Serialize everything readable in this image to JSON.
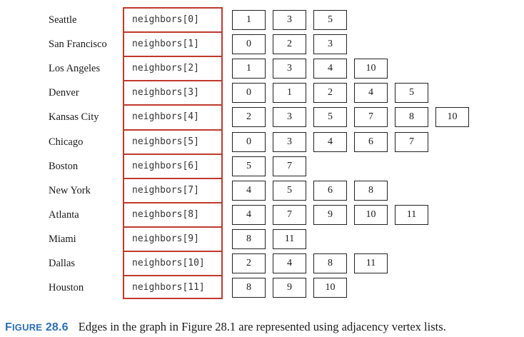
{
  "rows": [
    {
      "city": "Seattle",
      "slot": "neighbors[0]",
      "neighbors": [
        "1",
        "3",
        "5"
      ]
    },
    {
      "city": "San Francisco",
      "slot": "neighbors[1]",
      "neighbors": [
        "0",
        "2",
        "3"
      ]
    },
    {
      "city": "Los Angeles",
      "slot": "neighbors[2]",
      "neighbors": [
        "1",
        "3",
        "4",
        "10"
      ]
    },
    {
      "city": "Denver",
      "slot": "neighbors[3]",
      "neighbors": [
        "0",
        "1",
        "2",
        "4",
        "5"
      ]
    },
    {
      "city": "Kansas City",
      "slot": "neighbors[4]",
      "neighbors": [
        "2",
        "3",
        "5",
        "7",
        "8",
        "10"
      ]
    },
    {
      "city": "Chicago",
      "slot": "neighbors[5]",
      "neighbors": [
        "0",
        "3",
        "4",
        "6",
        "7"
      ]
    },
    {
      "city": "Boston",
      "slot": "neighbors[6]",
      "neighbors": [
        "5",
        "7"
      ]
    },
    {
      "city": "New York",
      "slot": "neighbors[7]",
      "neighbors": [
        "4",
        "5",
        "6",
        "8"
      ]
    },
    {
      "city": "Atlanta",
      "slot": "neighbors[8]",
      "neighbors": [
        "4",
        "7",
        "9",
        "10",
        "11"
      ]
    },
    {
      "city": "Miami",
      "slot": "neighbors[9]",
      "neighbors": [
        "8",
        "11"
      ]
    },
    {
      "city": "Dallas",
      "slot": "neighbors[10]",
      "neighbors": [
        "2",
        "4",
        "8",
        "11"
      ]
    },
    {
      "city": "Houston",
      "slot": "neighbors[11]",
      "neighbors": [
        "8",
        "9",
        "10"
      ]
    }
  ],
  "caption": {
    "label_first": "F",
    "label_rest": "IGURE",
    "number": "28.6",
    "text": "Edges in the graph in Figure 28.1 are represented using adjacency vertex lists."
  },
  "colors": {
    "array_border": "#c0392b",
    "caption_label": "#2c6fb5"
  }
}
